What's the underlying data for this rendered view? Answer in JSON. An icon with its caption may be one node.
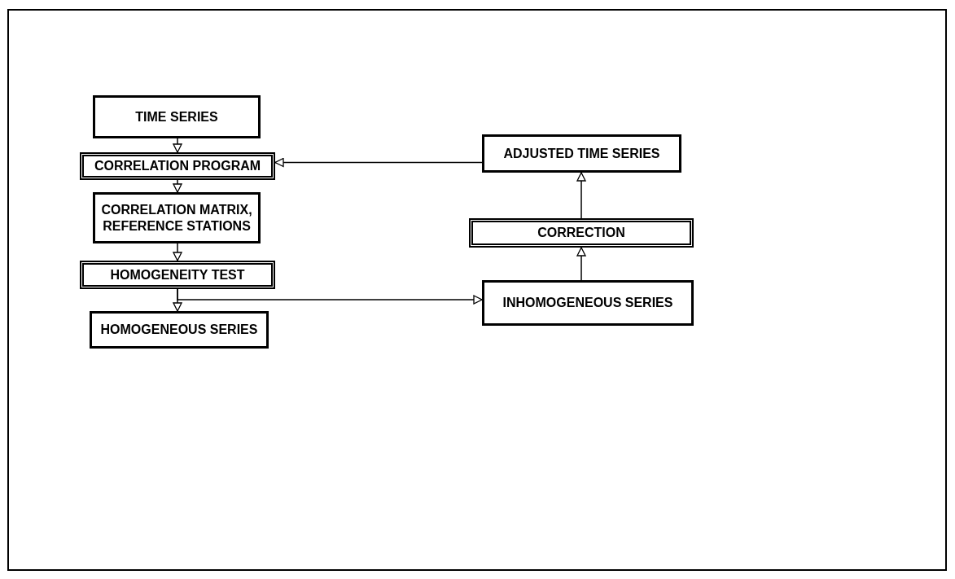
{
  "diagram": {
    "nodes": [
      {
        "text": [
          "TIME SERIES"
        ]
      },
      {
        "text": [
          "CORRELATION PROGRAM"
        ]
      },
      {
        "text": [
          "CORRELATION MATRIX, REFERENCE STATIONS"
        ]
      },
      {
        "text": [
          "HOMOGENEITY TEST"
        ]
      },
      {
        "text": [
          "HOMOGENEOUS SERIES"
        ]
      },
      {
        "text": [
          "ADJUSTED TIME SERIES"
        ]
      },
      {
        "text": [
          "CORRECTION"
        ]
      },
      {
        "text": [
          "INHOMOGENEOUS SERIES"
        ]
      }
    ],
    "edges": [
      {
        "from": 0,
        "to": 1,
        "arrow": "to"
      },
      {
        "from": 1,
        "to": 2,
        "arrow": "to"
      },
      {
        "from": 2,
        "to": 3,
        "arrow": "to"
      },
      {
        "from": 3,
        "to": 4,
        "arrow": "to"
      },
      {
        "from": 3,
        "to": 7,
        "arrow": "to"
      },
      {
        "from": 7,
        "to": 6,
        "arrow": "to"
      },
      {
        "from": 6,
        "to": 5,
        "arrow": "to"
      },
      {
        "from": 5,
        "to": 1,
        "arrow": "to"
      }
    ]
  }
}
